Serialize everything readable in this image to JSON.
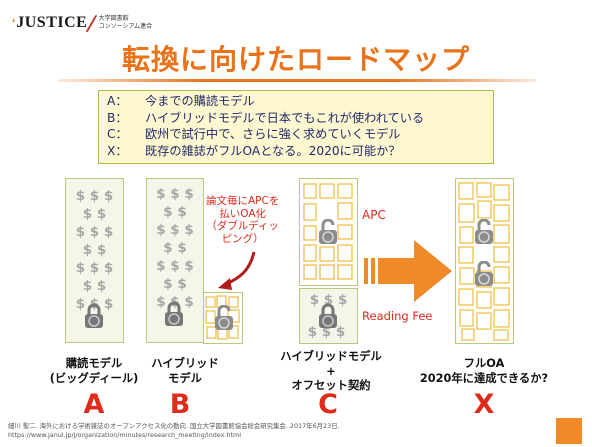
{
  "logo": {
    "text": "JUSTICE",
    "sub_line1": "大学図書館",
    "sub_line2": "コンソーシアム連合"
  },
  "slide_title": "転換に向けたロードマップ",
  "legend": [
    {
      "key": "A：",
      "text": "今までの購読モデル"
    },
    {
      "key": "B：",
      "text": "ハイブリッドモデルで日本でもこれが使われている"
    },
    {
      "key": "C：",
      "text": "欧州で試行中で、さらに強く求めていくモデル"
    },
    {
      "key": "X：",
      "text": "既存の雑誌がフルOAとなる。2020に可能か？"
    }
  ],
  "dollar_glyphs": {
    "row3": "$ $ $",
    "row2": "$ $"
  },
  "columns": {
    "a": {
      "label_line1": "購読モデル",
      "label_line2": "(ビッグディール)",
      "letter": "A"
    },
    "b": {
      "label_line1": "ハイブリッド",
      "label_line2": "モデル",
      "letter": "B",
      "note_line1": "論文毎にAPCを",
      "note_line2": "払いOA化",
      "note_line3": "（ダブルディッ",
      "note_line4": "ピング）"
    },
    "c": {
      "label_line1": "ハイブリッドモデル",
      "label_line2": "+",
      "label_line3": "オフセット契約",
      "letter": "C",
      "apc_label": "APC",
      "fee_label": "Reading Fee"
    },
    "x": {
      "label_line1": "フルOA",
      "label_line2": "2020年に達成できるか?",
      "letter": "X"
    }
  },
  "citation": {
    "line1": "細川 聖二. 海外における学術雑誌のオープンアクセス化の動向. 国立大学図書館協会総会研究集会. 2017年6月23日.",
    "line2": "https://www.janul.jp/j/organization/minutes/research_meeting/index.html"
  },
  "colors": {
    "title": "#e8731b",
    "legend_bg": "#fff7cf",
    "legend_border": "#a6c24a",
    "box_outline": "#f0c04b",
    "accent_red": "#e02b1b",
    "arrow": "#ef8a26"
  }
}
